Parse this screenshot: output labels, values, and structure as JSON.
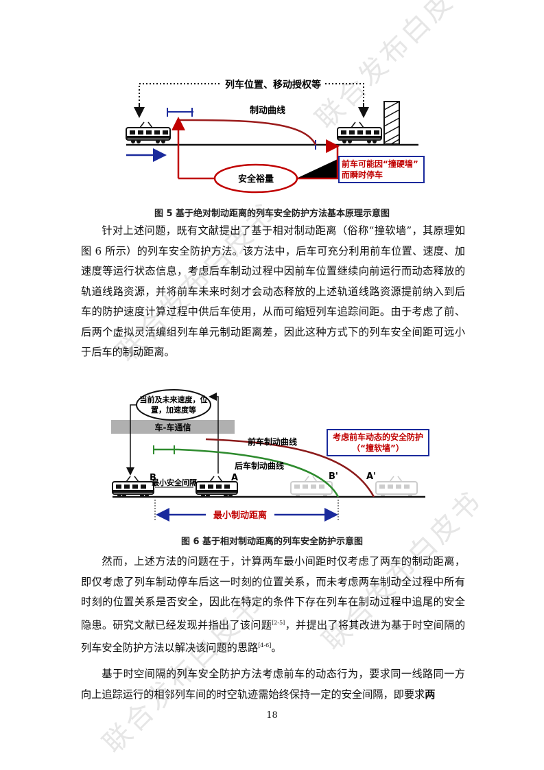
{
  "watermark": "联合发布白皮书",
  "fig5": {
    "label_top": "列车位置、移动授权等",
    "label_curve": "制动曲线",
    "label_margin": "安全裕量",
    "label_warn_1": "前车可能因“撞硬墙”",
    "label_warn_2": "而瞬时停车",
    "caption": "图 5  基于绝对制动距离的列车安全防护方法基本原理示意图"
  },
  "para1": "针对上述问题，既有文献提出了基于相对制动距离（俗称“撞软墙”，其原理如图 6 所示）的列车安全防护方法。该方法中，后车可充分利用前车位置、速度、加速度等运行状态信息，考虑后车制动过程中因前车位置继续向前运行而动态释放的轨道线路资源，并将前车未来时刻才会动态释放的上述轨道线路资源提前纳入到后车的防护速度计算过程中供后车使用，从而可缩短列车追踪间距。由于考虑了前、后两个虚拟灵活编组列车单元制动距离差，因此这种方式下的列车安全间距可远小于后车的制动距离。",
  "fig6": {
    "bubble_1": "当前及未来速度，位",
    "bubble_2": "置，加速度等",
    "comm": "车-车通信",
    "front_curve": "前车制动曲线",
    "rear_curve": "后车制动曲线",
    "warn_1": "考虑前车动态的安全防护",
    "warn_2": "（“撞软墙”）",
    "min_gap": "最小安全间隔",
    "min_brake": "最小制动距离",
    "A": "A",
    "B": "B",
    "A2": "A'",
    "B2": "B'",
    "caption": "图 6  基于相对制动距离的列车安全防护示意图"
  },
  "para2_a": "然而，上述方法的问题在于，计算两车最小间距时仅考虑了两车的制动距离，即仅考虑了列车制动停车后这一时刻的位置关系，而未考虑两车制动全过程中所有时刻的位置关系是否安全，因此在特定的条件下存在列车在制动过程中追尾的安全隐患。研究文献已经发现并指出了该问题",
  "ref_a": "[2-5]",
  "para2_b": "，并提出了将其改进为基于时空间隔的列车安全防护方法以解决该问题的思路",
  "ref_b": "[4-6]",
  "para2_c": "。",
  "para3": "基于时空间隔的列车安全防护方法考虑前车的动态行为，要求同一线路同一方向上追踪运行的相邻列车间的时空轨迹需始终保持一定的安全间隔，即要求",
  "para3_bold": "两",
  "page_number": "18"
}
